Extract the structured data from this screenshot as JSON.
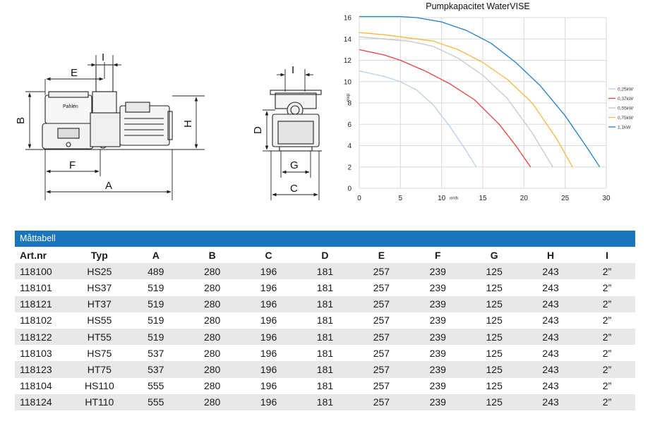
{
  "drawings": {
    "side_view": {
      "labels": [
        "E",
        "I",
        "B",
        "H",
        "F",
        "A"
      ],
      "brand_text": "Pahlén"
    },
    "front_view": {
      "labels": [
        "I",
        "D",
        "G",
        "C"
      ]
    }
  },
  "chart_data": {
    "type": "line",
    "title": "Pumpkapacitet WaterVISE",
    "xlabel": "m³/h",
    "ylabel": "mvp",
    "xlim": [
      0,
      30
    ],
    "ylim": [
      0,
      16
    ],
    "xticks": [
      0,
      5,
      10,
      15,
      20,
      25,
      30
    ],
    "yticks": [
      0,
      2,
      4,
      6,
      8,
      10,
      12,
      14,
      16
    ],
    "grid": true,
    "legend": "right",
    "series": [
      {
        "name": "0,25kW",
        "color": "#b8cfe4",
        "x": [
          0,
          3,
          5,
          7,
          9,
          11,
          13,
          14.2
        ],
        "y": [
          11,
          10.5,
          10,
          9.2,
          7.8,
          5.8,
          3.5,
          2
        ]
      },
      {
        "name": "0,37kW",
        "color": "#e8403a",
        "x": [
          0,
          3,
          5,
          8,
          11,
          14,
          17,
          19,
          20.8
        ],
        "y": [
          13,
          12.5,
          12,
          11,
          9.8,
          8.3,
          6,
          4,
          2
        ]
      },
      {
        "name": "0,55kW",
        "color": "#c7c7c7",
        "x": [
          0,
          3,
          6,
          9,
          12,
          15,
          18,
          21,
          23.5
        ],
        "y": [
          14.2,
          14,
          13.8,
          13.3,
          12.2,
          10.6,
          8.4,
          5.2,
          2
        ]
      },
      {
        "name": "0,75kW",
        "color": "#f4b63f",
        "x": [
          0,
          3,
          6,
          9,
          12,
          15,
          18,
          21,
          24,
          25.9
        ],
        "y": [
          14.6,
          14.4,
          14.1,
          13.8,
          13,
          11.8,
          10.2,
          8,
          4.6,
          2
        ]
      },
      {
        "name": "1,1kW",
        "color": "#1f7fc6",
        "x": [
          0,
          3,
          5,
          7,
          10,
          13,
          16,
          19,
          22,
          25,
          27.5,
          29.2
        ],
        "y": [
          16.1,
          16.1,
          16.1,
          16,
          15.6,
          14.8,
          13.6,
          11.8,
          9.6,
          6.8,
          4,
          2
        ]
      }
    ]
  },
  "table": {
    "title": "Måttabell",
    "columns": [
      "Art.nr",
      "Typ",
      "A",
      "B",
      "C",
      "D",
      "E",
      "F",
      "G",
      "H",
      "I"
    ],
    "rows": [
      [
        "118100",
        "HS25",
        "489",
        "280",
        "196",
        "181",
        "257",
        "239",
        "125",
        "243",
        "2”"
      ],
      [
        "118101",
        "HS37",
        "519",
        "280",
        "196",
        "181",
        "257",
        "239",
        "125",
        "243",
        "2”"
      ],
      [
        "118121",
        "HT37",
        "519",
        "280",
        "196",
        "181",
        "257",
        "239",
        "125",
        "243",
        "2”"
      ],
      [
        "118102",
        "HS55",
        "519",
        "280",
        "196",
        "181",
        "257",
        "239",
        "125",
        "243",
        "2”"
      ],
      [
        "118122",
        "HT55",
        "519",
        "280",
        "196",
        "181",
        "257",
        "239",
        "125",
        "243",
        "2”"
      ],
      [
        "118103",
        "HS75",
        "537",
        "280",
        "196",
        "181",
        "257",
        "239",
        "125",
        "243",
        "2”"
      ],
      [
        "118123",
        "HT75",
        "537",
        "280",
        "196",
        "181",
        "257",
        "239",
        "125",
        "243",
        "2”"
      ],
      [
        "118104",
        "HS110",
        "555",
        "280",
        "196",
        "181",
        "257",
        "239",
        "125",
        "243",
        "2”"
      ],
      [
        "118124",
        "HT110",
        "555",
        "280",
        "196",
        "181",
        "257",
        "239",
        "125",
        "243",
        "2”"
      ]
    ]
  }
}
